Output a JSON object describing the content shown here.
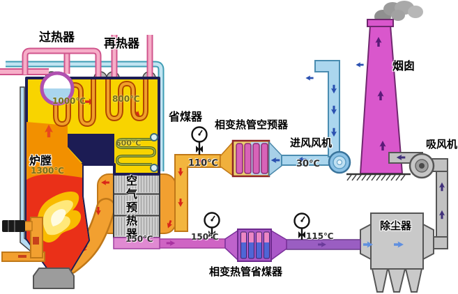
{
  "diagram": {
    "labels": {
      "superheater": "过热器",
      "reheater": "再热器",
      "economizer": "省煤器",
      "phase_change_air_preheater": "相变热管空预器",
      "intake_fan": "进风风机",
      "chimney": "烟囱",
      "suction_fan": "吸风机",
      "dust_collector": "除尘器",
      "phase_change_economizer": "相变热管省煤器",
      "furnace": "炉膛",
      "air_preheater": "空气预热器"
    },
    "temperatures": {
      "superheater_zone": "1000℃",
      "reheater_zone": "800℃",
      "furnace": "1300℃",
      "backpass_economizer": "600℃",
      "air_preheater_outlet": "150℃",
      "heated_air": "110℃",
      "ambient_air": "30℃",
      "flue_before_pc_economizer": "150℃",
      "flue_after_pc_economizer": "115℃"
    },
    "colors": {
      "furnace_yellow": "#f8d400",
      "furnace_orange": "#f29000",
      "furnace_red": "#ea3018",
      "air_duct_orange": "#f2a030",
      "flue_magenta": "#cf64c4",
      "flue_purple": "#9a5ec2",
      "chimney_pink": "#d957cc",
      "cold_air_blue": "#abd6ee",
      "steam_pipe_pink": "#f4a8c4",
      "water_pipe_blue": "#c2e4f2",
      "steel_gray": "#c9c9c9",
      "boiler_outline_navy": "#1c1c54"
    }
  }
}
